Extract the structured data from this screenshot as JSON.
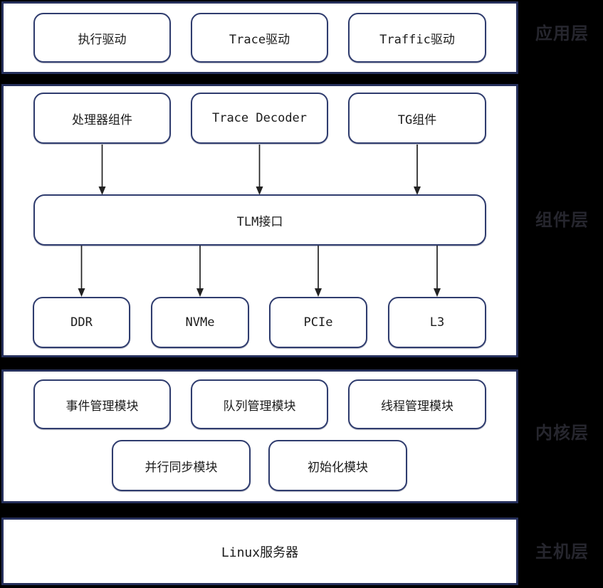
{
  "layers": {
    "application": {
      "label": "应用层",
      "boxes": [
        {
          "label": "执行驱动"
        },
        {
          "label": "Trace驱动"
        },
        {
          "label": "Traffic驱动"
        }
      ]
    },
    "component": {
      "label": "组件层",
      "sources": [
        {
          "label": "处理器组件"
        },
        {
          "label": "Trace Decoder"
        },
        {
          "label": "TG组件"
        }
      ],
      "bus": {
        "label": "TLM接口"
      },
      "targets": [
        {
          "label": "DDR"
        },
        {
          "label": "NVMe"
        },
        {
          "label": "PCIe"
        },
        {
          "label": "L3"
        }
      ]
    },
    "kernel": {
      "label": "内核层",
      "row1": [
        {
          "label": "事件管理模块"
        },
        {
          "label": "队列管理模块"
        },
        {
          "label": "线程管理模块"
        }
      ],
      "row2": [
        {
          "label": "并行同步模块"
        },
        {
          "label": "初始化模块"
        }
      ]
    },
    "host": {
      "label": "主机层",
      "box": {
        "label": "Linux服务器"
      }
    }
  },
  "colors": {
    "background": "#000000",
    "panel_fill": "#ffffff",
    "panel_border": "#26305c",
    "node_border": "#2f3c6e",
    "node_text": "#1b1b1b",
    "layer_label_text": "#26262e",
    "arrow": "#222222"
  }
}
